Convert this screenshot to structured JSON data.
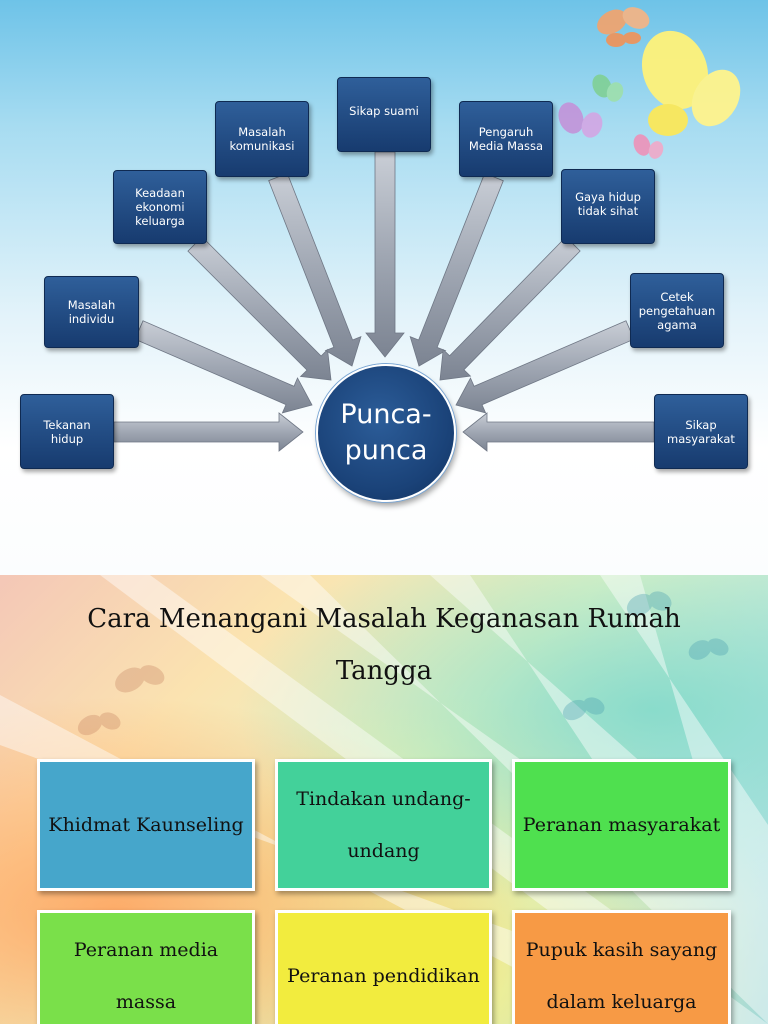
{
  "slide1": {
    "hub": {
      "label": "Punca-\npunca",
      "color": "#1a4278"
    },
    "causes": [
      {
        "id": "tekanan-hidup",
        "label": "Tekanan\nhidup"
      },
      {
        "id": "masalah-individu",
        "label": "Masalah\nindividu"
      },
      {
        "id": "keadaan-ekonomi",
        "label": "Keadaan\nekonomi\nkeluarga"
      },
      {
        "id": "masalah-komunikasi",
        "label": "Masalah\nkomunikasi"
      },
      {
        "id": "sikap-suami",
        "label": "Sikap suami"
      },
      {
        "id": "pengaruh-media",
        "label": "Pengaruh\nMedia Massa"
      },
      {
        "id": "gaya-hidup",
        "label": "Gaya hidup\ntidak sihat"
      },
      {
        "id": "cetek-pengetahuan",
        "label": "Cetek\npengetahuan\nagama"
      },
      {
        "id": "sikap-masyarakat",
        "label": "Sikap\nmasyarakat"
      }
    ],
    "node_color": "#1f4a82",
    "arrow_color": "#9aa1ad"
  },
  "slide2": {
    "title": "Cara Menangani Masalah Keganasan Rumah Tangga",
    "cards": [
      {
        "label": "Khidmat Kaunseling",
        "color": "#46a6cb"
      },
      {
        "label": "Tindakan undang-undang",
        "color": "#43d19a"
      },
      {
        "label": "Peranan masyarakat",
        "color": "#4fe04f"
      },
      {
        "label": "Peranan media massa",
        "color": "#7ae04a"
      },
      {
        "label": "Peranan pendidikan",
        "color": "#f2ec3e"
      },
      {
        "label": "Pupuk kasih sayang dalam keluarga",
        "color": "#f79a45"
      }
    ]
  }
}
